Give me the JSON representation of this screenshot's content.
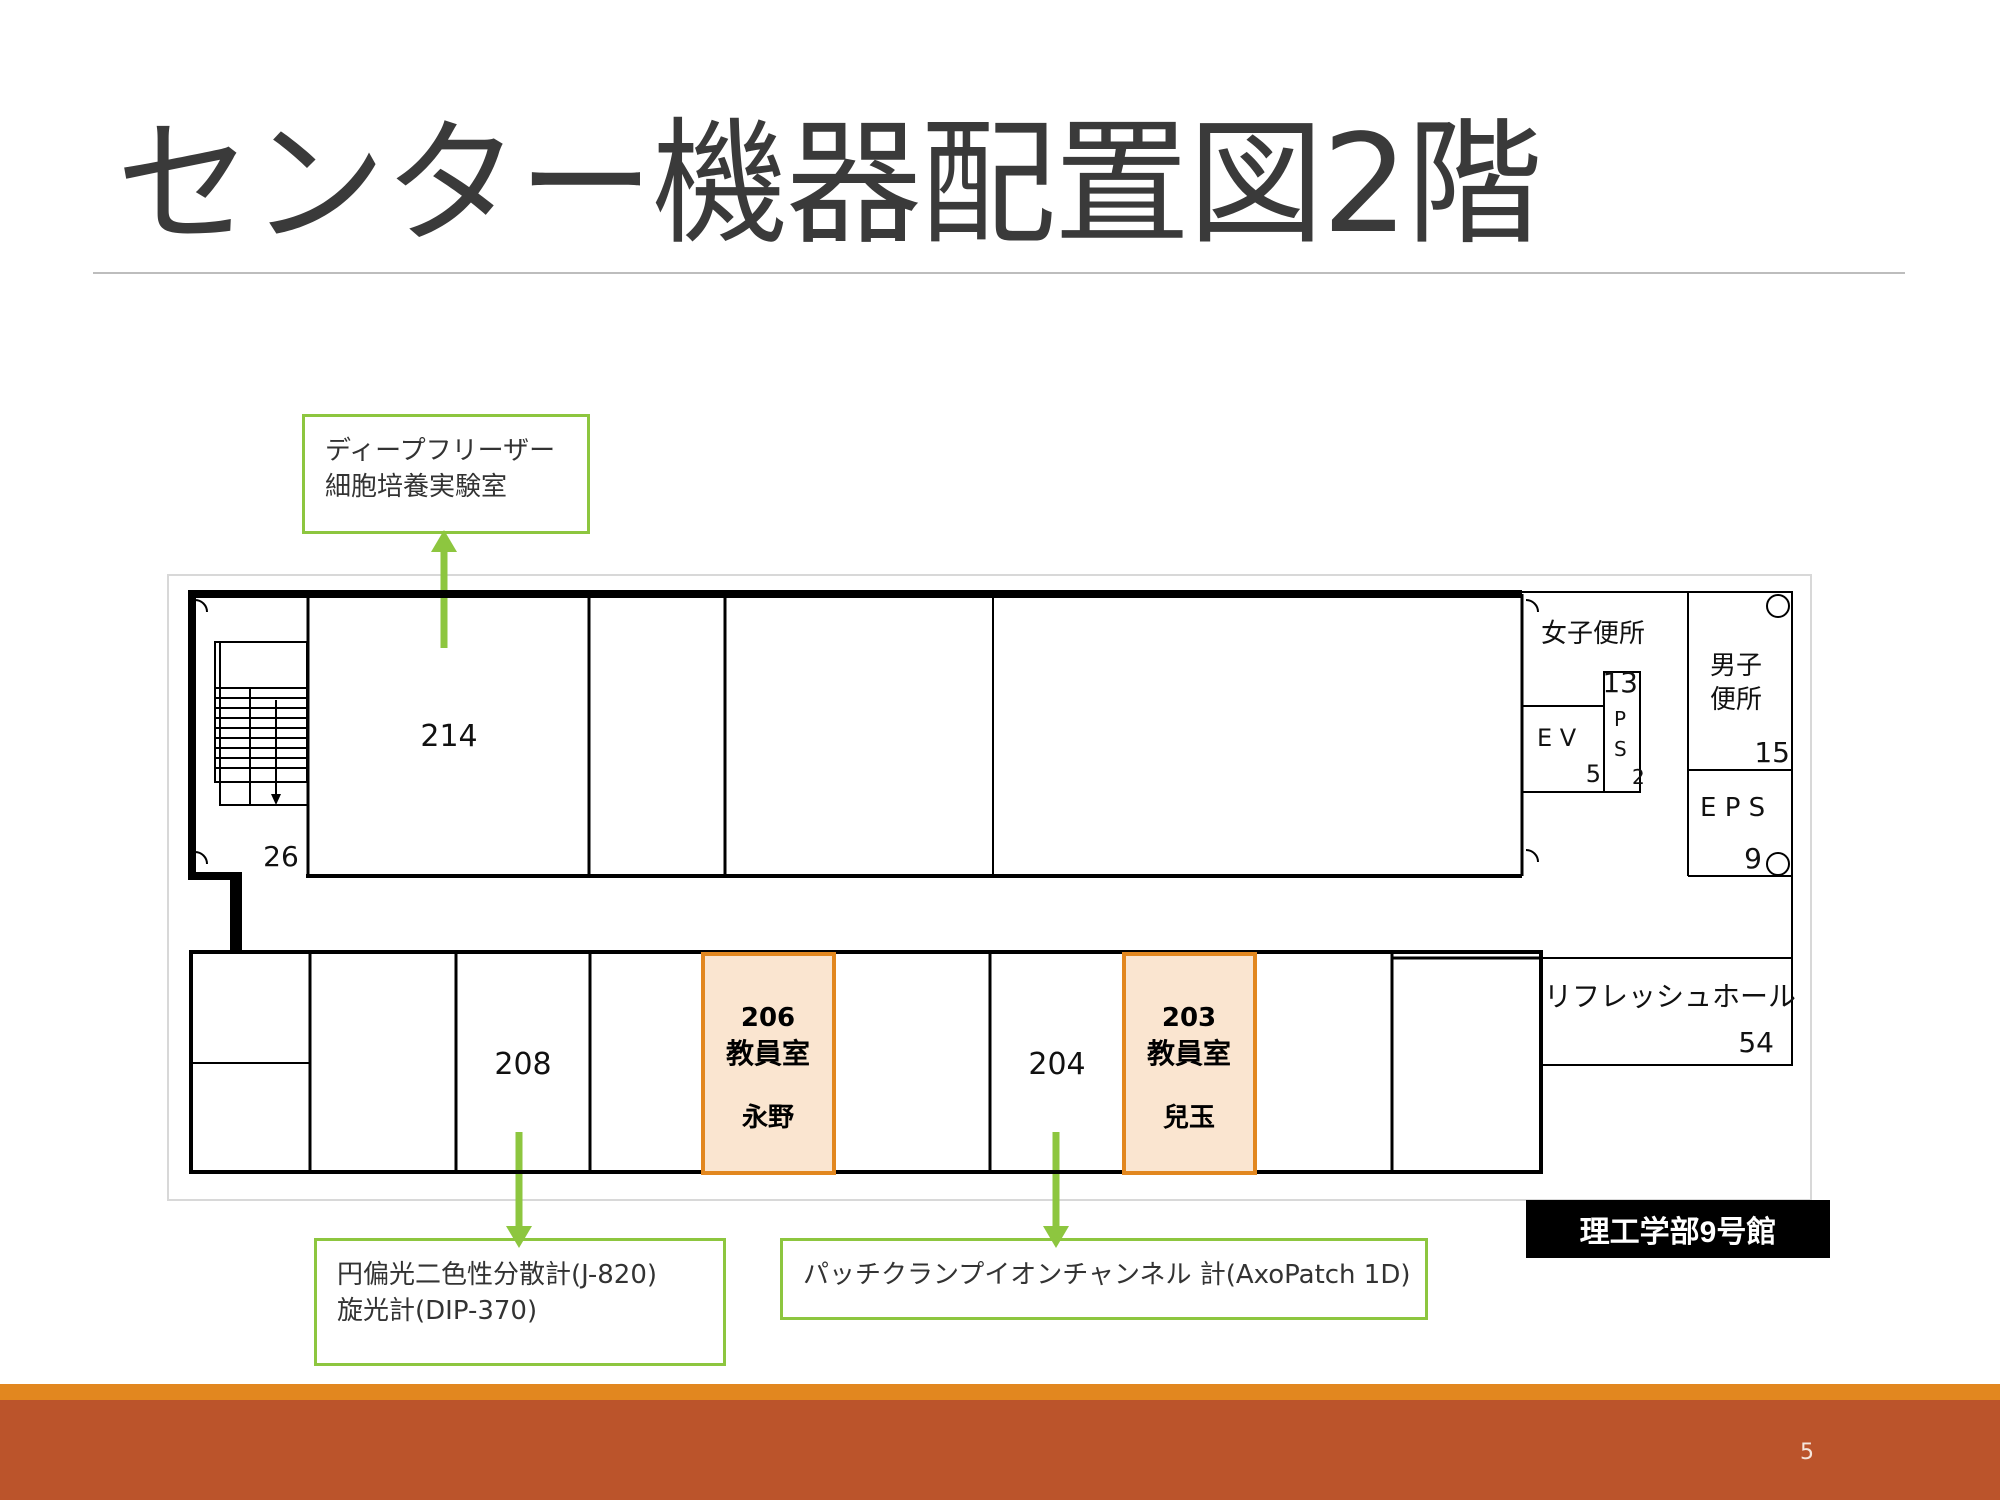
{
  "slide": {
    "title": "センター機器配置図2階",
    "page_number": "5"
  },
  "callouts": {
    "freezer": {
      "line1": "ディープフリーザー",
      "line2": "細胞培養実験室"
    },
    "cd": {
      "line1": "円偏光二色性分散計(J-820)",
      "line2": "旋光計(DIP-370)"
    },
    "patch": {
      "line1": "パッチクランプイオンチャンネル 計(AxoPatch 1D)"
    }
  },
  "building_label": "理工学部9号館",
  "rooms": {
    "r214": "214",
    "r208": "208",
    "r204": "204",
    "r26": "26",
    "r206": {
      "number": "206",
      "type": "教員室",
      "name": "永野"
    },
    "r203": {
      "number": "203",
      "type": "教員室",
      "name": "兒玉"
    },
    "womens": {
      "label": "女子便所",
      "number": "13"
    },
    "mens": {
      "line1": "男子",
      "line2": "便所",
      "number": "15"
    },
    "ev": {
      "label": "E V",
      "number": "5"
    },
    "ps": {
      "p": "P",
      "s": "S",
      "number": "2"
    },
    "eps": {
      "label": "E P S",
      "number": "9"
    },
    "refresh": {
      "label": "リフレッシュホール",
      "number": "54"
    }
  },
  "colors": {
    "callout_border": "#8dc63f",
    "arrow": "#8dc63f",
    "office_fill": "#fae5d0",
    "office_border": "#e2871f",
    "footer_orange": "#e2871f",
    "footer_rust": "#bb542b"
  }
}
